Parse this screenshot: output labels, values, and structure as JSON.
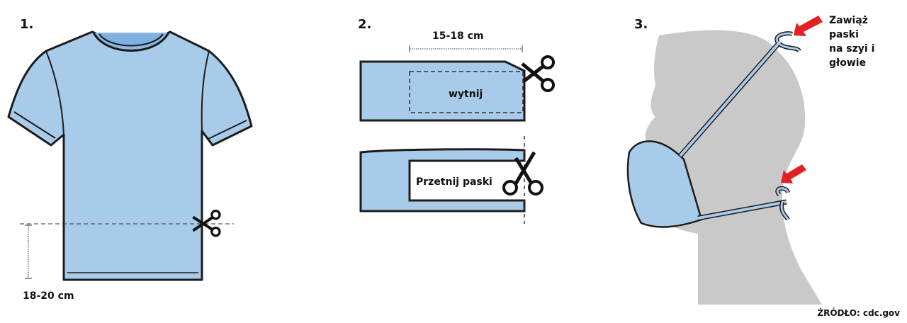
{
  "steps": [
    {
      "number": "1.",
      "measure": "18-20 cm"
    },
    {
      "number": "2.",
      "measure": "15-18 cm",
      "cut_label": "wytnij",
      "strip_label": "Przetnij paski"
    },
    {
      "number": "3.",
      "instruction_lines": [
        "Zawiąż",
        "paski",
        "na szyi i",
        "głowie"
      ]
    }
  ],
  "source": "ŹRÓDŁO: cdc.gov",
  "colors": {
    "fabric": "#a9cbea",
    "outline": "#1c1c1c",
    "head": "#c9c9c9",
    "arrow": "#e3201f"
  }
}
